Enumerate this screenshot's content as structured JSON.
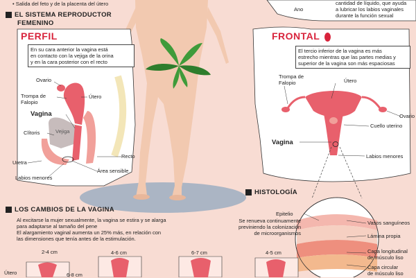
{
  "top": {
    "bullet": "Salida del feto y de la placenta del útero",
    "right_text": [
      "cantidad de líquido, que ayuda",
      "a lubricar los labios vaginales",
      "durante la función sexual"
    ],
    "ano": "Ano"
  },
  "section": {
    "title_line1": "EL SISTEMA REPRODUCTOR",
    "title_line2": "FEMENINO"
  },
  "perfil": {
    "title": "PERFIL",
    "note": [
      "En su cara anterior la vagina está",
      "en contacto con la vejiga de la orina",
      "y en la cara posterior con el recto"
    ],
    "labels": {
      "ovario": "Ovario",
      "trompa": "Trompa de",
      "falopio": "Falopio",
      "utero": "Útero",
      "vagina": "Vagina",
      "clitoris": "Clítoris",
      "vejiga": "Vejiga",
      "recto": "Recto",
      "uretra": "Uretra",
      "area": "Área sensible",
      "labios": "Labios menores"
    }
  },
  "frontal": {
    "title": "FRONTAL",
    "note": [
      "El tercio inferior de la vagina es más",
      "estrecho mientras que las partes medias y",
      "superior de la vagina son más espaciosas"
    ],
    "labels": {
      "trompa": "Trompa de",
      "falopio": "Falopio",
      "utero": "Útero",
      "ovario": "Ovario",
      "cuello": "Cuello uterino",
      "vagina": "Vagina",
      "labios": "Labios menores"
    }
  },
  "histologia": {
    "title": "HISTOLOGÍA",
    "epitelio": "Epitelio",
    "epitelio_note": [
      "Se renueva continuamente",
      "previniendo la colonización",
      "de microorganismos"
    ],
    "labels": {
      "vasos": "Vasos sanguíneos",
      "lamina": "Lámina propia",
      "capa_long1": "Capa longitudinal",
      "capa_long2": "de músculo liso",
      "capa_circ1": "Capa circular",
      "capa_circ2": "de músculo liso"
    }
  },
  "cambios": {
    "title": "LOS CAMBIOS DE LA VAGINA",
    "text": [
      "Al excitarse la mujer sexualmente, la vagina se estira y se alarga",
      "para adaptarse al tamaño del pene",
      "El alargamiento vaginal aumenta un 25% más, en relación con",
      "las dimensiones que tenía antes de la estimulación."
    ],
    "measures": [
      "2-4 cm",
      "6-8 cm",
      "4-6 cm",
      "6-7 cm",
      "4-5 cm"
    ],
    "utero": "Útero"
  },
  "colors": {
    "background": "#f8dcd3",
    "accent": "#d8243c",
    "organ": "#e8606c",
    "skin": "#f2c9b0",
    "leaf": "#3f9b3a"
  }
}
